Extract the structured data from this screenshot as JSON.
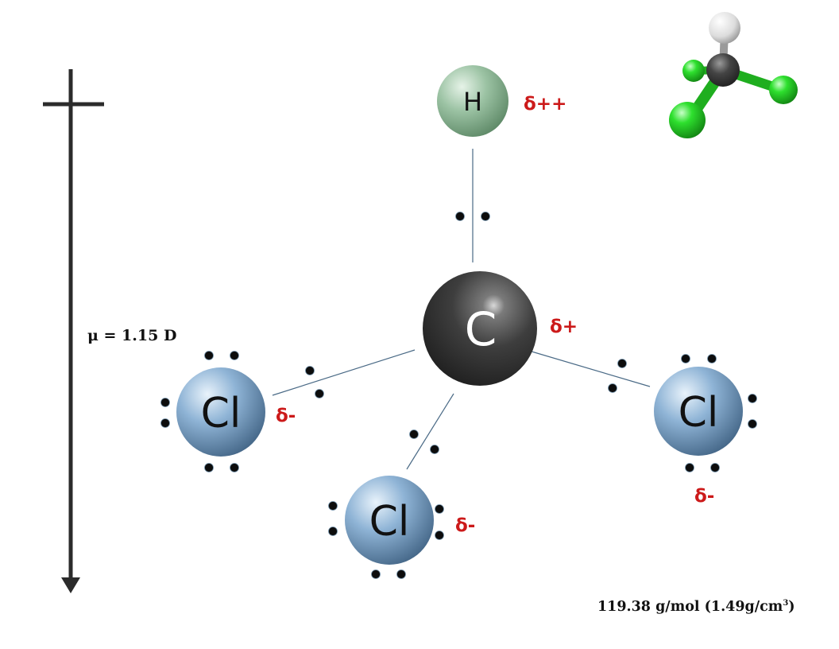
{
  "molecule": {
    "atoms": [
      {
        "id": "h",
        "symbol": "H",
        "charge": "δ++"
      },
      {
        "id": "c",
        "symbol": "C",
        "charge": "δ+"
      },
      {
        "id": "cl-left",
        "symbol": "Cl",
        "charge": "δ-"
      },
      {
        "id": "cl-bottom",
        "symbol": "Cl",
        "charge": "δ-"
      },
      {
        "id": "cl-right",
        "symbol": "Cl",
        "charge": "δ-"
      }
    ]
  },
  "dipole": {
    "label": "μ = 1.15 D"
  },
  "properties": {
    "molar_mass": "119.38 g/mol (1.49g/cm",
    "density_exponent": "3",
    "close_paren": ")"
  },
  "colors": {
    "hydrogen": "#8fb59a",
    "carbon": "#3c3c3c",
    "chlorine": "#7fa6c8",
    "charge": "#cc1a1a",
    "bond": "#4a6a86",
    "ball_stick_chlorine": "#22cc22"
  },
  "icons": {
    "dipole_arrow": "dipole-arrow-icon",
    "model": "ball-and-stick-model-icon"
  }
}
